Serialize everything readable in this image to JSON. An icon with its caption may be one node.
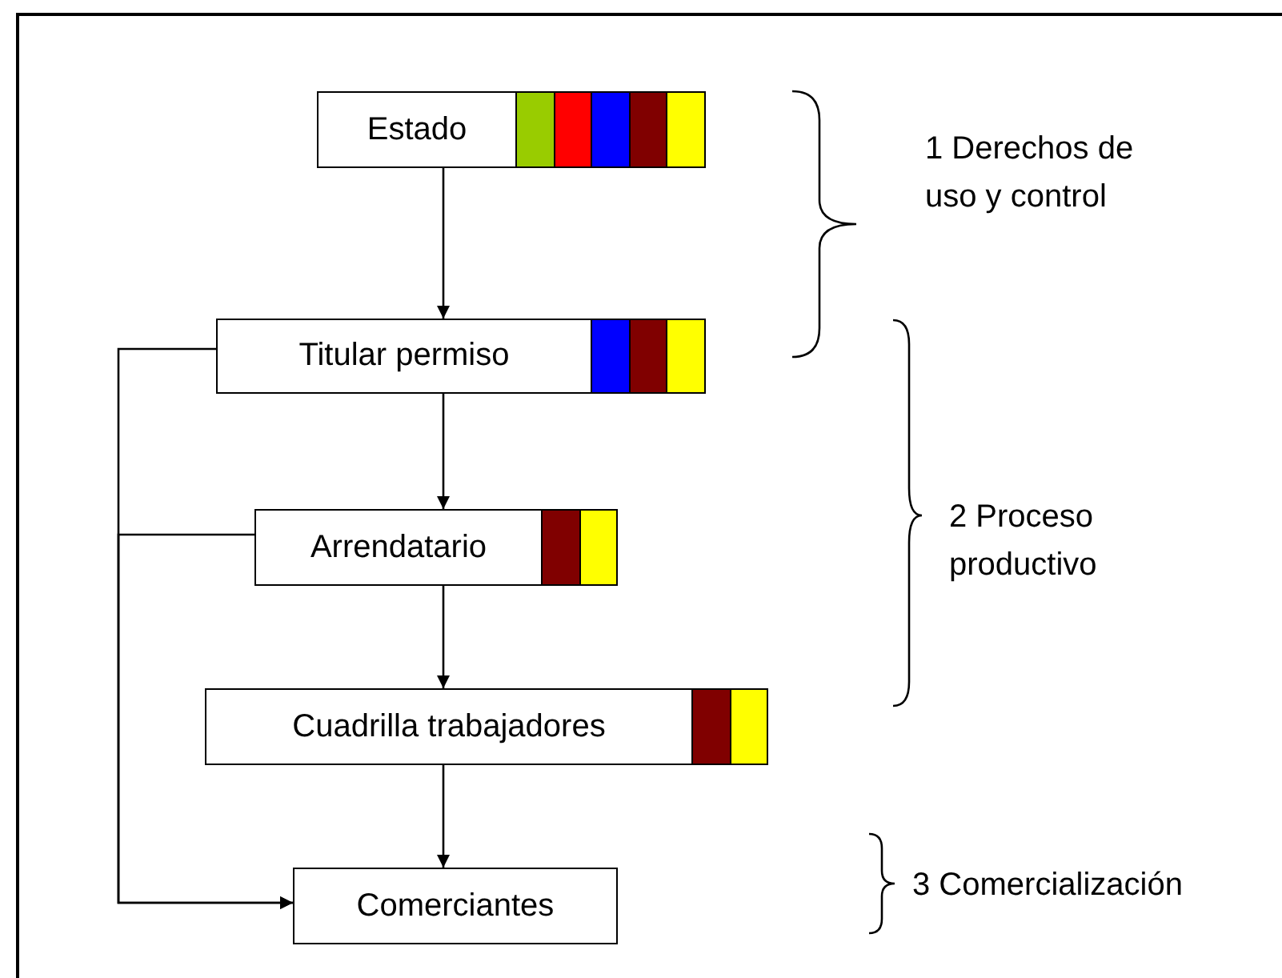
{
  "diagram": {
    "nodes": [
      {
        "text": [
          "Estado"
        ]
      },
      {
        "text": [
          "Titular permiso"
        ]
      },
      {
        "text": [
          "Arrendatario"
        ]
      },
      {
        "text": [
          "Cuadrilla trabajadores"
        ]
      },
      {
        "text": [
          "Comerciantes"
        ]
      }
    ],
    "edges": [
      {
        "from": 0,
        "to": 1,
        "arrow": "to"
      },
      {
        "from": 1,
        "to": 2,
        "arrow": "to"
      },
      {
        "from": 2,
        "to": 3,
        "arrow": "to"
      },
      {
        "from": 3,
        "to": 4,
        "arrow": "to"
      },
      {
        "from": 1,
        "to": 4,
        "arrow": "to"
      },
      {
        "from": 2,
        "to": 4,
        "arrow": "to"
      }
    ],
    "labels": [
      "1 Derechos de uso y control",
      "2 Proceso productivo",
      "3 Comercialización"
    ]
  }
}
